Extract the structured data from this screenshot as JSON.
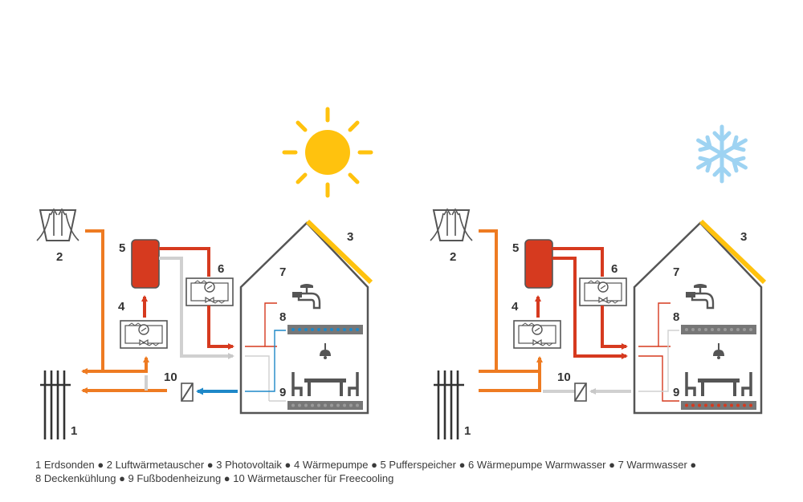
{
  "numbers": {
    "n1": "1",
    "n2": "2",
    "n3": "3",
    "n4": "4",
    "n5": "5",
    "n6": "6",
    "n7": "7",
    "n8": "8",
    "n9": "9",
    "n10": "10"
  },
  "panels": [
    {
      "name": "summer",
      "symbol": "sun-icon",
      "symbol_color": "#FFC20E"
    },
    {
      "name": "winter",
      "symbol": "snowflake-icon",
      "symbol_color": "#9ED3F2"
    }
  ],
  "colors": {
    "geothermal": "#EE7B22",
    "hot": "#D63A1F",
    "warm": "#F7B28E",
    "cool": "#1E88C8",
    "inactive": "#D0D0D0",
    "outline": "#555555",
    "buffer_tank": "#D63A1F",
    "ceiling_panel": "#777777",
    "floor_panel": "#777777",
    "pv": "#FFC20E"
  },
  "legend": {
    "line1": "1 Erdsonden ● 2 Luftwärmetauscher ● 3 Photovoltaik ● 4 Wärmepumpe ● 5 Pufferspeicher ● 6 Wärmepumpe Warmwasser ● 7 Warmwasser ●",
    "line2": "8 Deckenkühlung ● 9 Fußbodenheizung ● 10 Wärmetauscher für Freecooling"
  }
}
